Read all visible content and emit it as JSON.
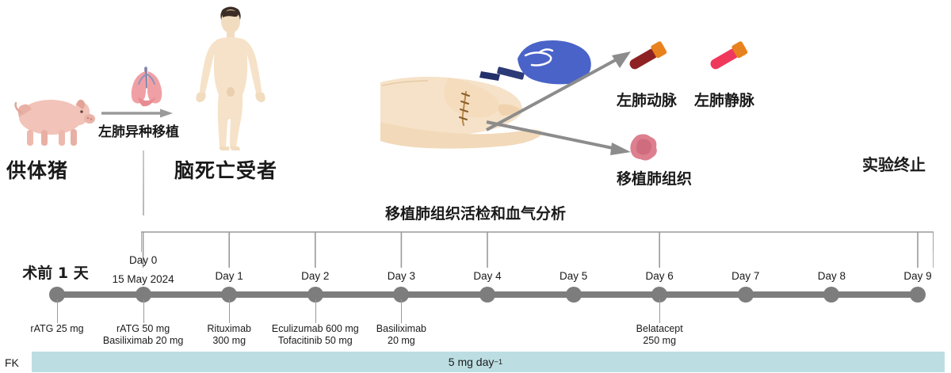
{
  "figure": {
    "labels": {
      "donor_pig": "供体猪",
      "recipient": "脑死亡受者",
      "xenotransplant_arrow": "左肺异种移植",
      "left_pulmonary_artery": "左肺动脉",
      "left_pulmonary_vein": "左肺静脉",
      "transplanted_lung_tissue": "移植肺组织",
      "experiment_termination": "实验终止",
      "biopsy_bracket": "移植肺组织活检和血气分析"
    },
    "icons": {
      "pig": "pig-icon",
      "human_body": "human-body-icon",
      "lungs": "lungs-icon",
      "supine_torso": "supine-torso-icon",
      "gloved_hand_scalpel": "gloved-hand-scalpel-icon",
      "blood_tube_artery": "blood-tube-dark-icon",
      "blood_tube_vein": "blood-tube-bright-icon",
      "lung_tissue_sample": "lung-tissue-sample-icon"
    },
    "colors": {
      "timeline": "#7d7d7d",
      "fk_bar": "#bcdee3",
      "pig": "#f0bfb4",
      "lungs": "#ef9a9a",
      "glove": "#4a63c8",
      "skin": "#f3dcc0",
      "tube_artery": "#8e2222",
      "tube_vein": "#f0385c",
      "tube_cap": "#e8821e",
      "bracket": "#9a9a9a"
    }
  },
  "timeline": {
    "preop_label": "术前 1 天",
    "points": [
      {
        "day_label": "",
        "date": "",
        "drug": "rATG 25 mg",
        "has_biopsy": false
      },
      {
        "day_label": "Day 0",
        "date": "15 May 2024",
        "drug": "rATG 50 mg\nBasiliximab 20 mg",
        "has_biopsy": true
      },
      {
        "day_label": "Day 1",
        "date": "",
        "drug": "Rituximab\n300 mg",
        "has_biopsy": true
      },
      {
        "day_label": "Day 2",
        "date": "",
        "drug": "Eculizumab 600 mg\nTofacitinib 50 mg",
        "has_biopsy": true
      },
      {
        "day_label": "Day 3",
        "date": "",
        "drug": "Basiliximab\n20 mg",
        "has_biopsy": true
      },
      {
        "day_label": "Day 4",
        "date": "",
        "drug": "",
        "has_biopsy": true
      },
      {
        "day_label": "Day 5",
        "date": "",
        "drug": "",
        "has_biopsy": false
      },
      {
        "day_label": "Day 6",
        "date": "",
        "drug": "Belatacept\n250 mg",
        "has_biopsy": true
      },
      {
        "day_label": "Day 7",
        "date": "",
        "drug": "",
        "has_biopsy": false
      },
      {
        "day_label": "Day 8",
        "date": "",
        "drug": "",
        "has_biopsy": false
      },
      {
        "day_label": "Day 9",
        "date": "",
        "drug": "",
        "has_biopsy": true
      }
    ]
  },
  "fk": {
    "label": "FK",
    "dose_value": "5 mg day",
    "dose_exponent": "−1"
  }
}
